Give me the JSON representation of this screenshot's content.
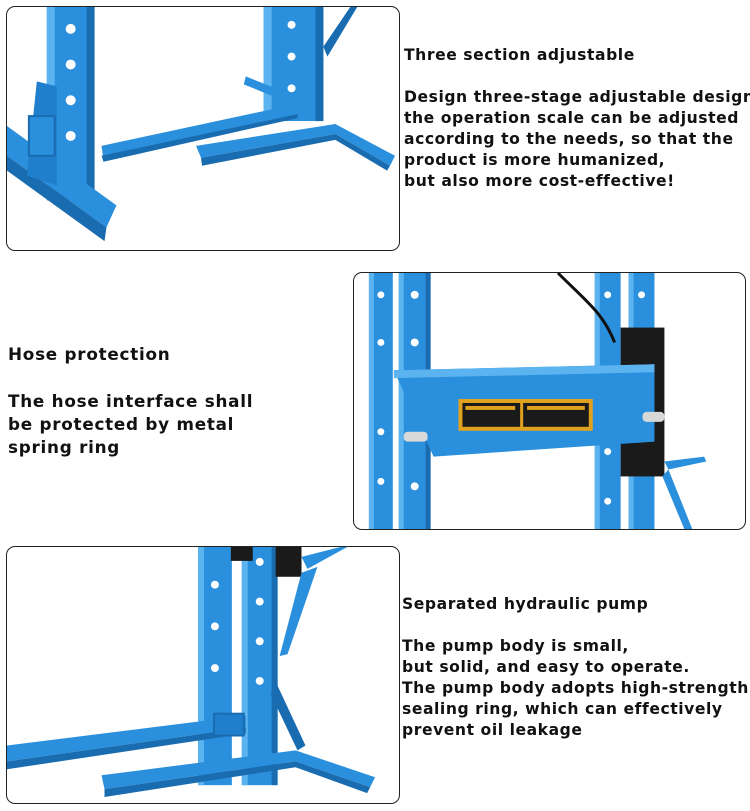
{
  "sections": [
    {
      "heading": "Three section adjustable",
      "lines": [
        "Design three-stage adjustable design,",
        "the operation scale can be adjusted",
        "according to the needs, so that the",
        "product is more humanized,",
        "but also more cost-effective!"
      ]
    },
    {
      "heading": "Hose protection",
      "lines": [
        "The hose interface shall",
        "be protected by metal",
        "spring ring"
      ]
    },
    {
      "heading": "Separated hydraulic pump",
      "lines": [
        "The pump body is small,",
        "but solid, and easy to operate.",
        "The pump body adopts high-strength",
        "sealing ring, which can effectively",
        "prevent oil leakage"
      ]
    }
  ],
  "colors": {
    "frame_blue": "#2a8fdc",
    "frame_shadow": "#1a6cb0",
    "frame_highlight": "#5bb3f0",
    "label_gold": "#e0a21e"
  }
}
